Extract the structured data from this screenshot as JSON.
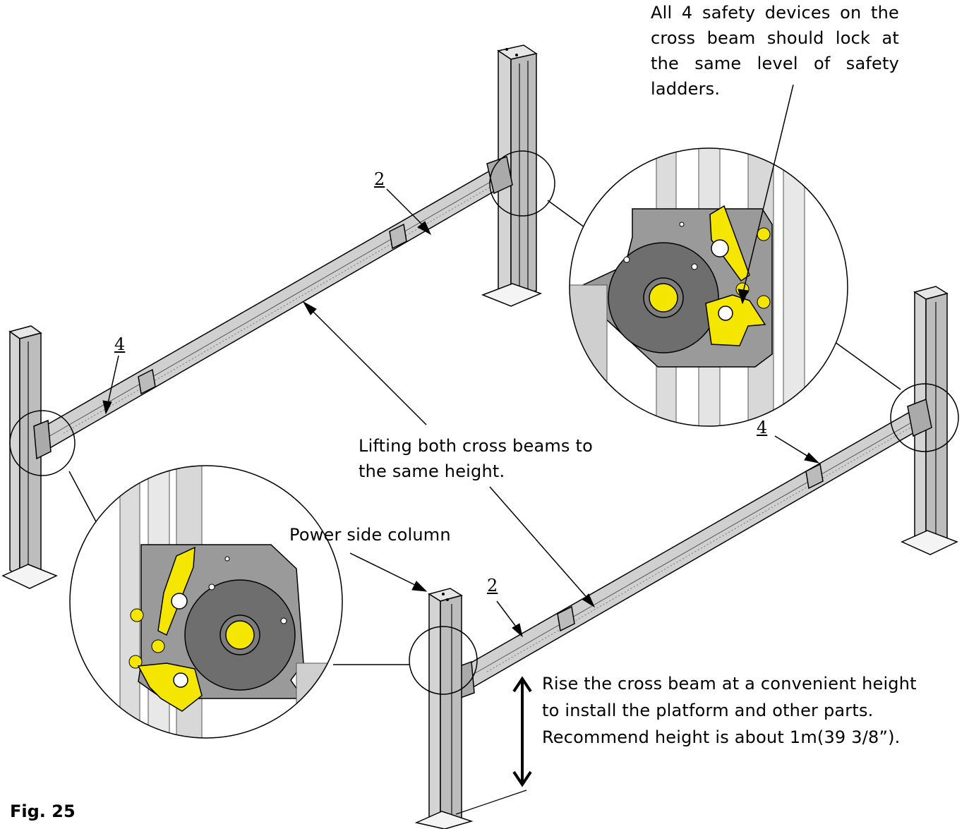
{
  "figure": {
    "label": "Fig. 25"
  },
  "annotations": {
    "safety_note": "All 4 safety devices on the cross beam should lock at the same level of safety ladders.",
    "lifting_note": "Lifting both cross beams to the same height.",
    "power_side": "Power side column",
    "rise_note": "Rise the cross beam at a convenient height to install the platform and other parts. Recommend height is about 1m(39 3/8”)."
  },
  "part_numbers": {
    "rear_beam": "2",
    "rear_beam_left": "4",
    "front_beam_right": "4",
    "front_beam": "2"
  },
  "colors": {
    "safety_device": "#f5e600",
    "plate": "#9a9a9a",
    "wheel": "#6e6e6e",
    "column": "#c9c9c9",
    "outline": "#000000"
  }
}
